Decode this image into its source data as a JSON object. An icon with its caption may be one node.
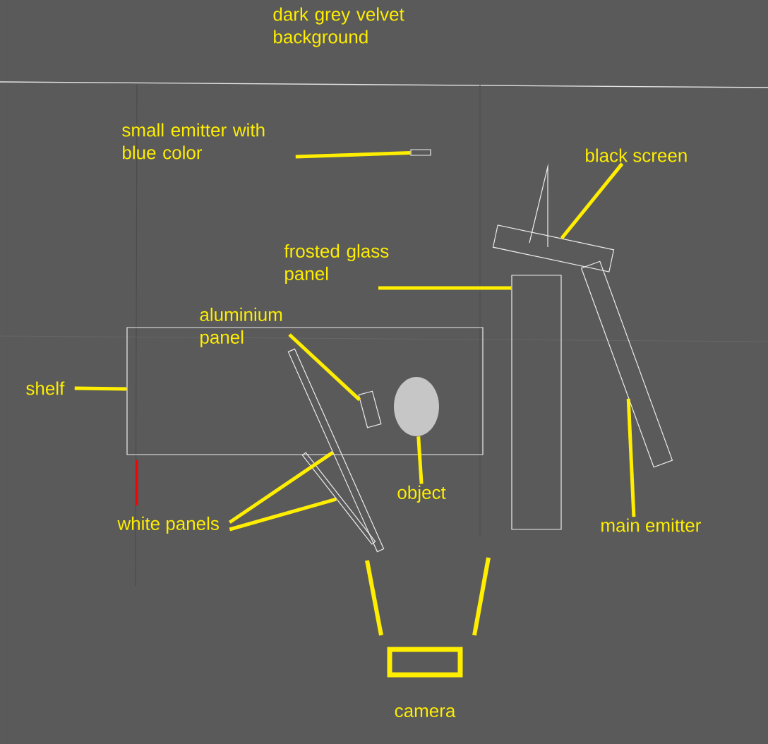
{
  "diagram": {
    "nodes": [
      {
        "text": [
          "small emitter with blue color"
        ]
      },
      {
        "text": [],
        "shape": "box"
      },
      {
        "text": [
          "black screen"
        ]
      },
      {
        "text": [],
        "shape": "box"
      },
      {
        "text": [
          "frosted glass panel"
        ]
      },
      {
        "text": [],
        "shape": "box"
      },
      {
        "text": [
          "aluminium panel"
        ]
      },
      {
        "text": [],
        "shape": "box",
        "in": 9
      },
      {
        "text": [
          "shelf"
        ]
      },
      {
        "text": [],
        "shape": "box"
      },
      {
        "text": [
          "object"
        ]
      },
      {
        "text": [],
        "shape": "circle",
        "in": 9
      },
      {
        "text": [
          "white panels"
        ]
      },
      {
        "text": [],
        "shape": "bar"
      },
      {
        "text": [],
        "shape": "bar"
      },
      {
        "text": [
          "main emitter"
        ]
      },
      {
        "text": [],
        "shape": "bar"
      },
      {
        "text": [],
        "shape": "box",
        "beside": [
          "camera"
        ]
      }
    ],
    "edges": [
      {
        "from": 0,
        "to": 1,
        "arrow": "none"
      },
      {
        "from": 2,
        "to": 3,
        "arrow": "none"
      },
      {
        "from": 4,
        "to": 5,
        "arrow": "none"
      },
      {
        "from": 6,
        "to": 7,
        "arrow": "none"
      },
      {
        "from": 8,
        "to": 9,
        "arrow": "none"
      },
      {
        "from": 10,
        "to": 11,
        "arrow": "none"
      },
      {
        "from": 12,
        "to": 13,
        "arrow": "none"
      },
      {
        "from": 12,
        "to": 14,
        "arrow": "none"
      },
      {
        "from": 15,
        "to": 16,
        "arrow": "none"
      }
    ],
    "labels": [
      "dark grey velvet background"
    ]
  }
}
